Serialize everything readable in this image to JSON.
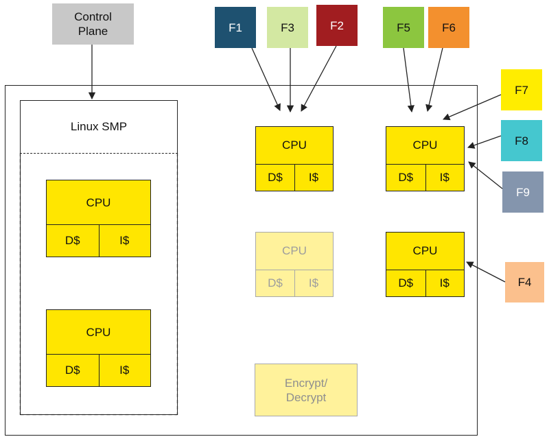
{
  "control_plane": {
    "label": "Control Plane",
    "color": "#c8c8c8"
  },
  "linux_smp": {
    "label": "Linux SMP",
    "cpus": [
      {
        "name": "CPU",
        "dcache": "D$",
        "icache": "I$"
      },
      {
        "name": "CPU",
        "dcache": "D$",
        "icache": "I$"
      }
    ]
  },
  "cpus": {
    "mid_top": {
      "name": "CPU",
      "dcache": "D$",
      "icache": "I$"
    },
    "mid_faded": {
      "name": "CPU",
      "dcache": "D$",
      "icache": "I$"
    },
    "right_top": {
      "name": "CPU",
      "dcache": "D$",
      "icache": "I$"
    },
    "right_bottom": {
      "name": "CPU",
      "dcache": "D$",
      "icache": "I$"
    }
  },
  "encrypt": {
    "line1": "Encrypt/",
    "line2": "Decrypt"
  },
  "flows": {
    "f1": {
      "label": "F1",
      "color": "#1e5170"
    },
    "f3": {
      "label": "F3",
      "color": "#d3e8a2"
    },
    "f2": {
      "label": "F2",
      "color": "#a11d20"
    },
    "f5": {
      "label": "F5",
      "color": "#8cc63f"
    },
    "f6": {
      "label": "F6",
      "color": "#f3902e"
    },
    "f7": {
      "label": "F7",
      "color": "#ffed00"
    },
    "f8": {
      "label": "F8",
      "color": "#45c7cf"
    },
    "f9": {
      "label": "F9",
      "color": "#8495ad"
    },
    "f4": {
      "label": "F4",
      "color": "#fbc08d"
    }
  },
  "colors": {
    "cpu_fill": "#ffe600",
    "cpu_faded_fill": "#fff29b",
    "line": "#222222"
  }
}
